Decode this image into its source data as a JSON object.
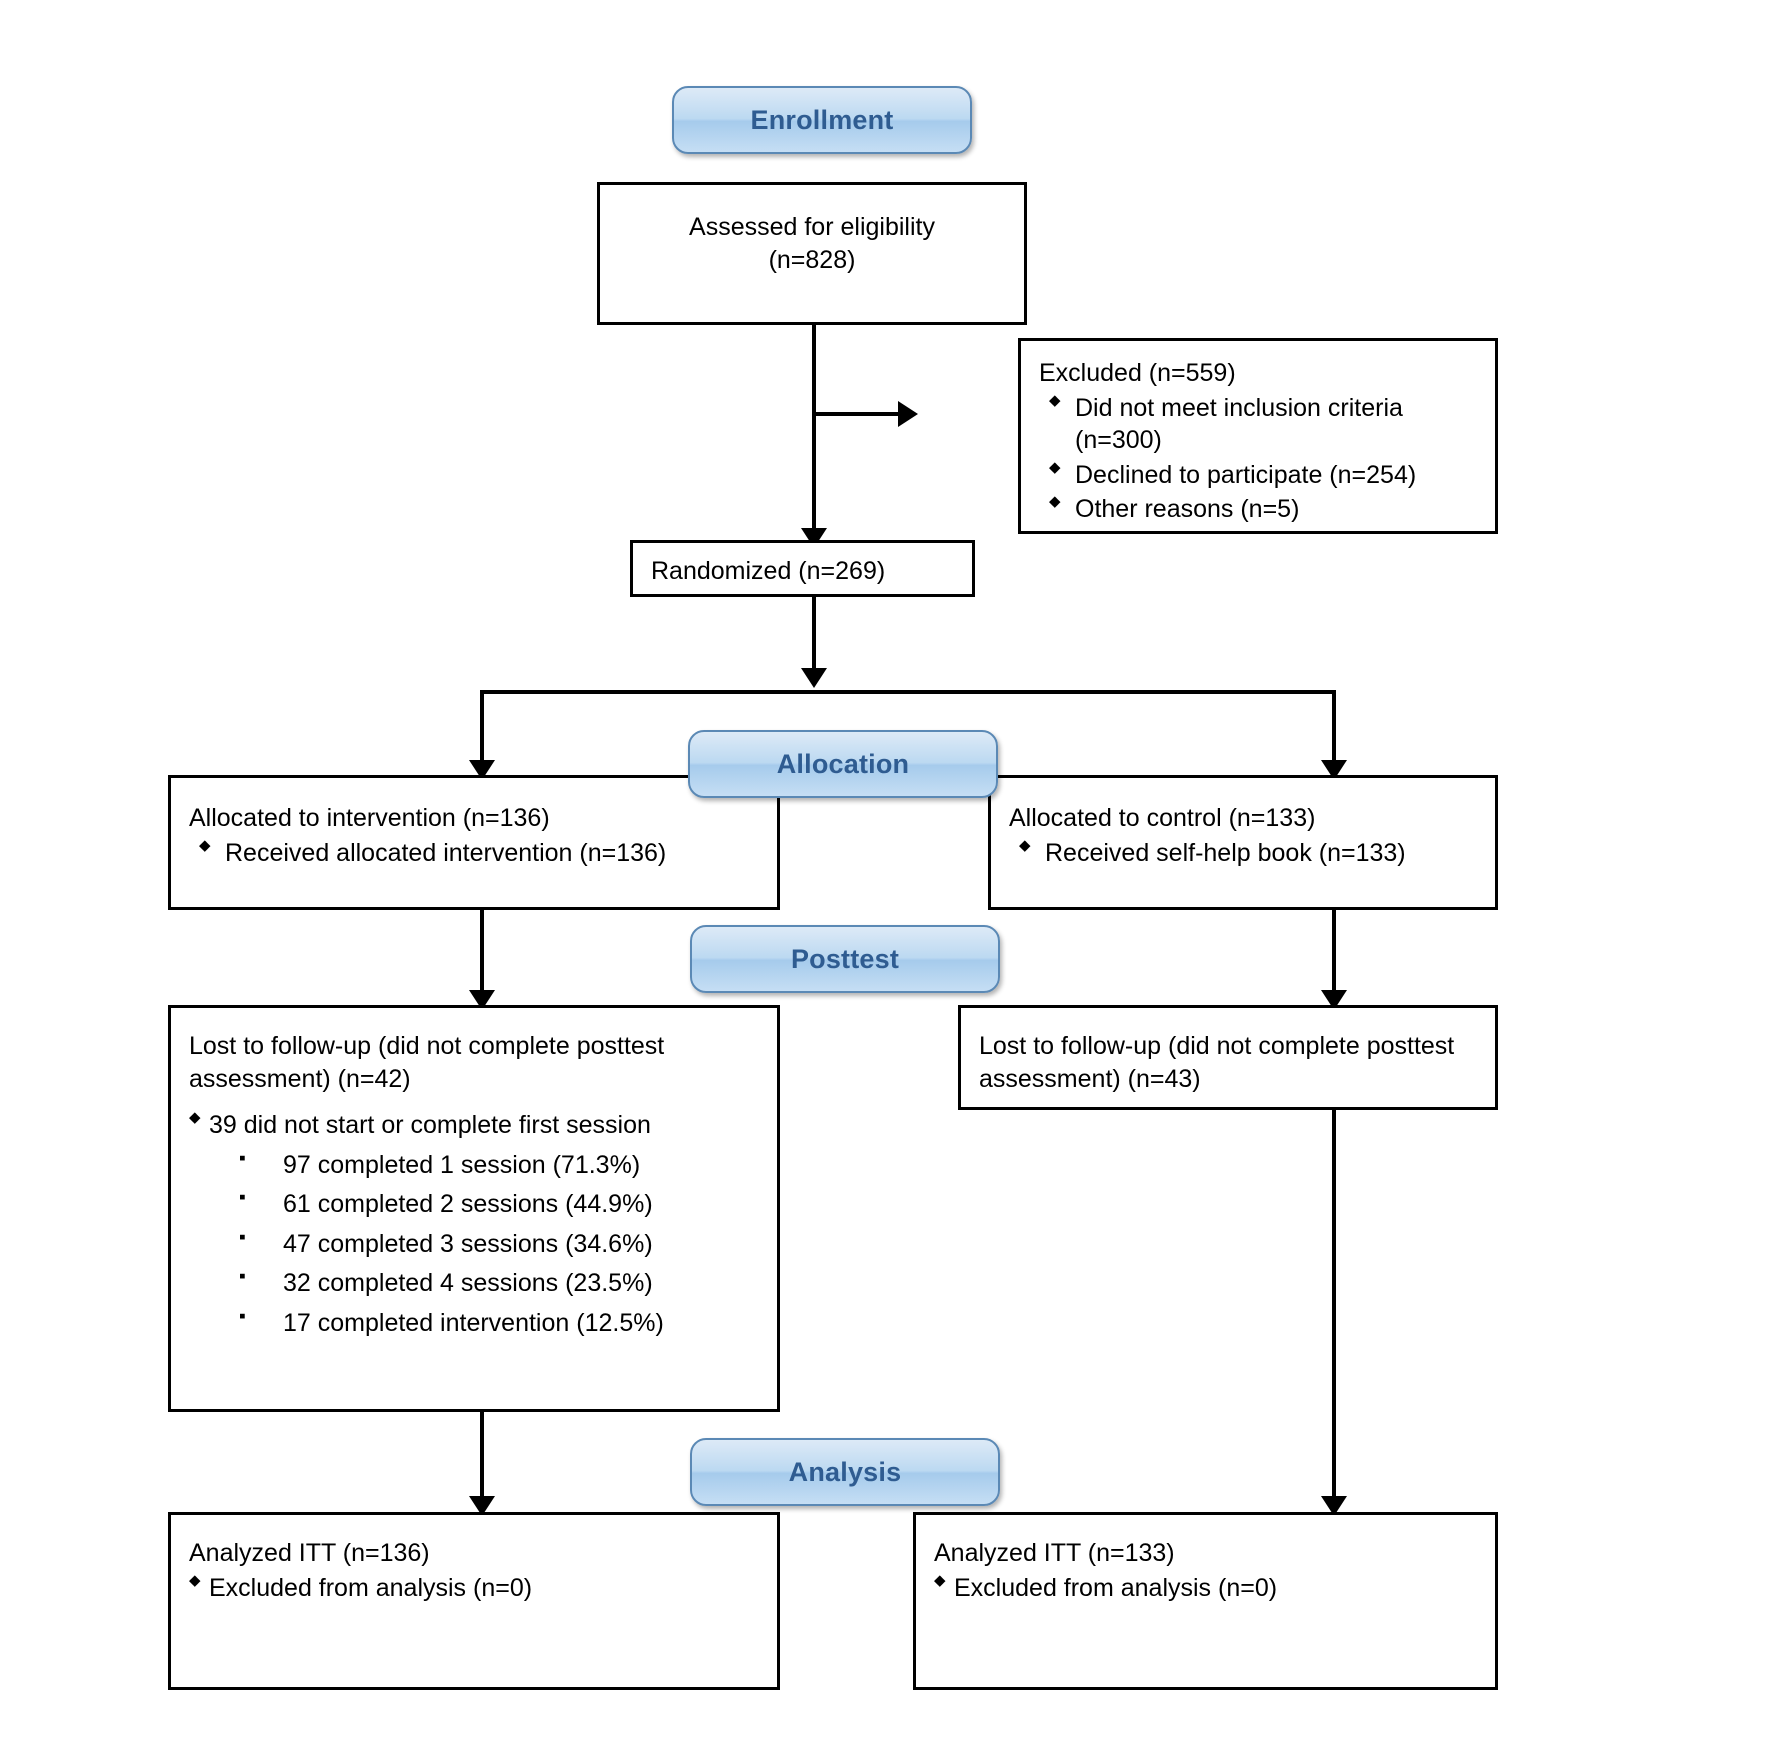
{
  "diagram": {
    "title": "CONSORT participant flow diagram",
    "accent_color": "#2f5c91",
    "pill_border_color": "#5b89b5",
    "line_color": "#000000"
  },
  "stages": [
    {
      "id": "enrollment",
      "label": "Enrollment"
    },
    {
      "id": "allocation",
      "label": "Allocation"
    },
    {
      "id": "posttest",
      "label": "Posttest"
    },
    {
      "id": "analysis",
      "label": "Analysis"
    }
  ],
  "boxes": {
    "assessed": {
      "line1": "Assessed for eligibility",
      "line2": "(n=828)"
    },
    "excluded": {
      "heading": "Excluded (n=559)",
      "items": [
        "Did not meet inclusion criteria (n=300)",
        "Declined to participate (n=254)",
        "Other reasons (n=5)"
      ]
    },
    "randomized": {
      "label": "Randomized (n=269)"
    },
    "alloc_intervention": {
      "heading": "Allocated to intervention (n=136)",
      "items": [
        "Received allocated intervention (n=136)"
      ]
    },
    "alloc_control": {
      "heading": "Allocated to control (n=133)",
      "items": [
        "Received self-help book (n=133)"
      ]
    },
    "posttest_intervention": {
      "heading": "Lost to follow-up (did not complete posttest assessment) (n=42)",
      "items": [
        "39 did not start or complete first session"
      ],
      "subitems": [
        "97 completed 1 session (71.3%)",
        "61 completed 2 sessions (44.9%)",
        "47 completed 3 sessions (34.6%)",
        "32 completed 4 sessions (23.5%)",
        "17 completed intervention (12.5%)"
      ]
    },
    "posttest_control": {
      "heading": "Lost to follow-up (did not complete posttest assessment) (n=43)"
    },
    "analysis_intervention": {
      "heading": "Analyzed ITT (n=136)",
      "items": [
        "Excluded from analysis (n=0)"
      ]
    },
    "analysis_control": {
      "heading": "Analyzed ITT (n=133)",
      "items": [
        "Excluded from analysis (n=0)"
      ]
    }
  },
  "chart_data": {
    "type": "diagram",
    "diagram_type": "CONSORT flow",
    "nodes": [
      {
        "id": "assessed",
        "stage": "Enrollment",
        "label": "Assessed for eligibility",
        "n": 828
      },
      {
        "id": "excluded",
        "stage": "Enrollment",
        "label": "Excluded",
        "n": 559,
        "breakdown": [
          {
            "reason": "Did not meet inclusion criteria",
            "n": 300
          },
          {
            "reason": "Declined to participate",
            "n": 254
          },
          {
            "reason": "Other reasons",
            "n": 5
          }
        ]
      },
      {
        "id": "randomized",
        "stage": "Enrollment",
        "label": "Randomized",
        "n": 269
      },
      {
        "id": "alloc_intervention",
        "stage": "Allocation",
        "label": "Allocated to intervention",
        "n": 136,
        "received": {
          "label": "Received allocated intervention",
          "n": 136
        }
      },
      {
        "id": "alloc_control",
        "stage": "Allocation",
        "label": "Allocated to control",
        "n": 133,
        "received": {
          "label": "Received self-help book",
          "n": 133
        }
      },
      {
        "id": "posttest_intervention",
        "stage": "Posttest",
        "label": "Lost to follow-up (did not complete posttest assessment)",
        "n": 42,
        "did_not_start_or_complete_first_session": 39,
        "sessions_completed": [
          {
            "sessions": 1,
            "n": 97,
            "percent": 71.3
          },
          {
            "sessions": 2,
            "n": 61,
            "percent": 44.9
          },
          {
            "sessions": 3,
            "n": 47,
            "percent": 34.6
          },
          {
            "sessions": 4,
            "n": 32,
            "percent": 23.5
          },
          {
            "sessions": "intervention completed",
            "n": 17,
            "percent": 12.5
          }
        ]
      },
      {
        "id": "posttest_control",
        "stage": "Posttest",
        "label": "Lost to follow-up (did not complete posttest assessment)",
        "n": 43
      },
      {
        "id": "analysis_intervention",
        "stage": "Analysis",
        "label": "Analyzed ITT",
        "n": 136,
        "excluded_from_analysis": 0
      },
      {
        "id": "analysis_control",
        "stage": "Analysis",
        "label": "Analyzed ITT",
        "n": 133,
        "excluded_from_analysis": 0
      }
    ],
    "edges": [
      {
        "from": "assessed",
        "to": "excluded"
      },
      {
        "from": "assessed",
        "to": "randomized"
      },
      {
        "from": "randomized",
        "to": "alloc_intervention"
      },
      {
        "from": "randomized",
        "to": "alloc_control"
      },
      {
        "from": "alloc_intervention",
        "to": "posttest_intervention"
      },
      {
        "from": "alloc_control",
        "to": "posttest_control"
      },
      {
        "from": "posttest_intervention",
        "to": "analysis_intervention"
      },
      {
        "from": "posttest_control",
        "to": "analysis_control"
      }
    ]
  }
}
